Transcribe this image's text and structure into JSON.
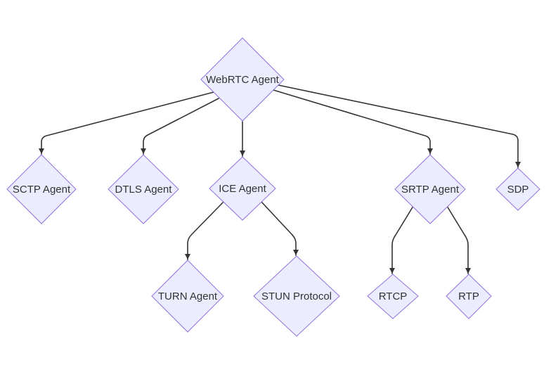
{
  "diagram": {
    "type": "flowchart",
    "orientation": "top-down",
    "colors": {
      "background": "#ffffff",
      "node_fill": "#ECECFF",
      "node_border": "#9370DB",
      "edge": "#333333",
      "text": "#333333"
    },
    "nodes": {
      "webrtc": {
        "label": "WebRTC Agent",
        "shape": "diamond"
      },
      "sctp": {
        "label": "SCTP Agent",
        "shape": "diamond"
      },
      "dtls": {
        "label": "DTLS Agent",
        "shape": "diamond"
      },
      "ice": {
        "label": "ICE Agent",
        "shape": "diamond"
      },
      "srtp": {
        "label": "SRTP Agent",
        "shape": "diamond"
      },
      "sdp": {
        "label": "SDP",
        "shape": "diamond"
      },
      "turn": {
        "label": "TURN Agent",
        "shape": "diamond"
      },
      "stun": {
        "label": "STUN Protocol",
        "shape": "diamond"
      },
      "rtcp": {
        "label": "RTCP",
        "shape": "diamond"
      },
      "rtp": {
        "label": "RTP",
        "shape": "diamond"
      }
    },
    "edges": [
      {
        "from": "webrtc",
        "to": "sctp",
        "arrow": true
      },
      {
        "from": "webrtc",
        "to": "dtls",
        "arrow": true
      },
      {
        "from": "webrtc",
        "to": "ice",
        "arrow": true
      },
      {
        "from": "webrtc",
        "to": "srtp",
        "arrow": true
      },
      {
        "from": "webrtc",
        "to": "sdp",
        "arrow": true
      },
      {
        "from": "ice",
        "to": "turn",
        "arrow": true
      },
      {
        "from": "ice",
        "to": "stun",
        "arrow": true
      },
      {
        "from": "srtp",
        "to": "rtcp",
        "arrow": true
      },
      {
        "from": "srtp",
        "to": "rtp",
        "arrow": true
      }
    ]
  }
}
